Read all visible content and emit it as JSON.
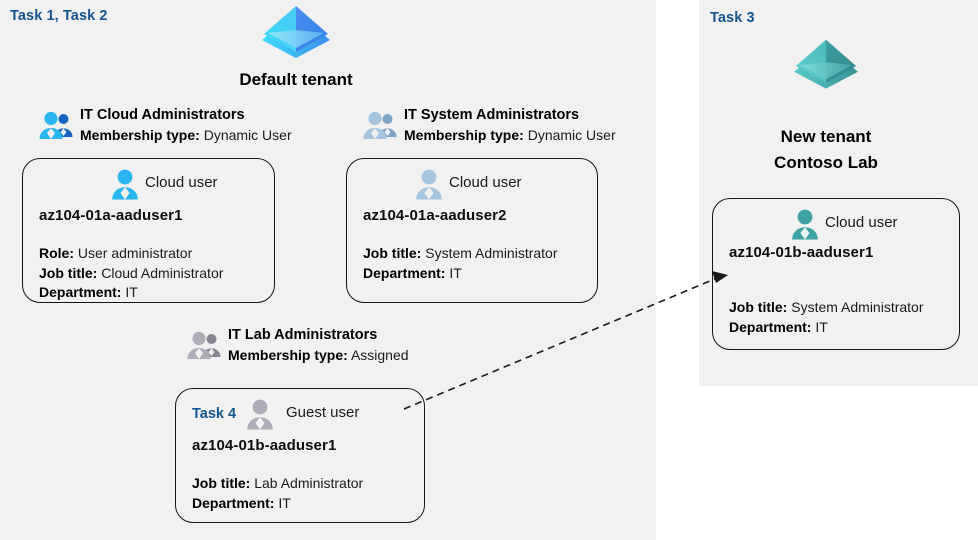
{
  "panels": {
    "left": {
      "task_label": "Task 1, Task 2"
    },
    "right": {
      "task_label": "Task 3"
    }
  },
  "tenants": [
    {
      "id": "default-tenant",
      "label": "Default tenant",
      "icon": "azure-ad-tenant-icon",
      "color": "#3fa9f5"
    },
    {
      "id": "new-tenant",
      "label_line1": "New  tenant",
      "label_line2": "Contoso Lab",
      "icon": "azure-ad-tenant-icon",
      "color": "#4fb3b3"
    }
  ],
  "groups": [
    {
      "id": "it-cloud-administrators",
      "name": "IT Cloud Administrators",
      "membership_key": "Membership type:",
      "membership_value": "Dynamic User",
      "icon": "group-users-icon",
      "icon_color": "#29b6f0"
    },
    {
      "id": "it-system-administrators",
      "name": "IT System Administrators",
      "membership_key": "Membership type:",
      "membership_value": "Dynamic User",
      "icon": "group-users-icon",
      "icon_color": "#9dbdda"
    },
    {
      "id": "it-lab-administrators",
      "name": "IT Lab Administrators",
      "membership_key": "Membership type:",
      "membership_value": "Assigned",
      "icon": "group-users-icon",
      "icon_color": "#a7a8b4"
    }
  ],
  "cards": [
    {
      "id": "card-aaduser1",
      "user_type": "Cloud user",
      "icon": "cloud-user-icon",
      "icon_color": "#29b6f0",
      "task_tag": "",
      "username": "az104-01a-aaduser1",
      "attributes": [
        {
          "key": "Role:",
          "value": "User administrator"
        },
        {
          "key": "Job title:",
          "value": "Cloud Administrator"
        },
        {
          "key": "Department:",
          "value": "IT"
        }
      ]
    },
    {
      "id": "card-aaduser2",
      "user_type": "Cloud user",
      "icon": "cloud-user-icon",
      "icon_color": "#9dbdda",
      "task_tag": "",
      "username": "az104-01a-aaduser2",
      "attributes": [
        {
          "key": "Job title:",
          "value": "System Administrator"
        },
        {
          "key": "Department:",
          "value": "IT"
        }
      ]
    },
    {
      "id": "card-guest-aaduser1",
      "user_type": "Guest user",
      "icon": "guest-user-icon",
      "icon_color": "#a7a8b4",
      "task_tag": "Task 4",
      "username": "az104-01b-aaduser1",
      "attributes": [
        {
          "key": "Job title:",
          "value": "Lab Administrator"
        },
        {
          "key": "Department:",
          "value": "IT"
        }
      ]
    },
    {
      "id": "card-newtenant-aaduser1",
      "user_type": "Cloud user",
      "icon": "cloud-user-icon",
      "icon_color": "#3fa3a3",
      "task_tag": "",
      "username": "az104-01b-aaduser1",
      "attributes": [
        {
          "key": "Job title:",
          "value": "System Administrator"
        },
        {
          "key": "Department:",
          "value": "IT"
        }
      ]
    }
  ],
  "connector": {
    "id": "guest-invite-arrow",
    "style": "dashed",
    "color": "#1a1a1a",
    "from": "card-guest-aaduser1",
    "to": "card-newtenant-aaduser1"
  },
  "colors": {
    "panel_background": "#f1f1f1",
    "task_label": "#15558f",
    "card_border": "#161616",
    "page_background": "#ffffff"
  }
}
